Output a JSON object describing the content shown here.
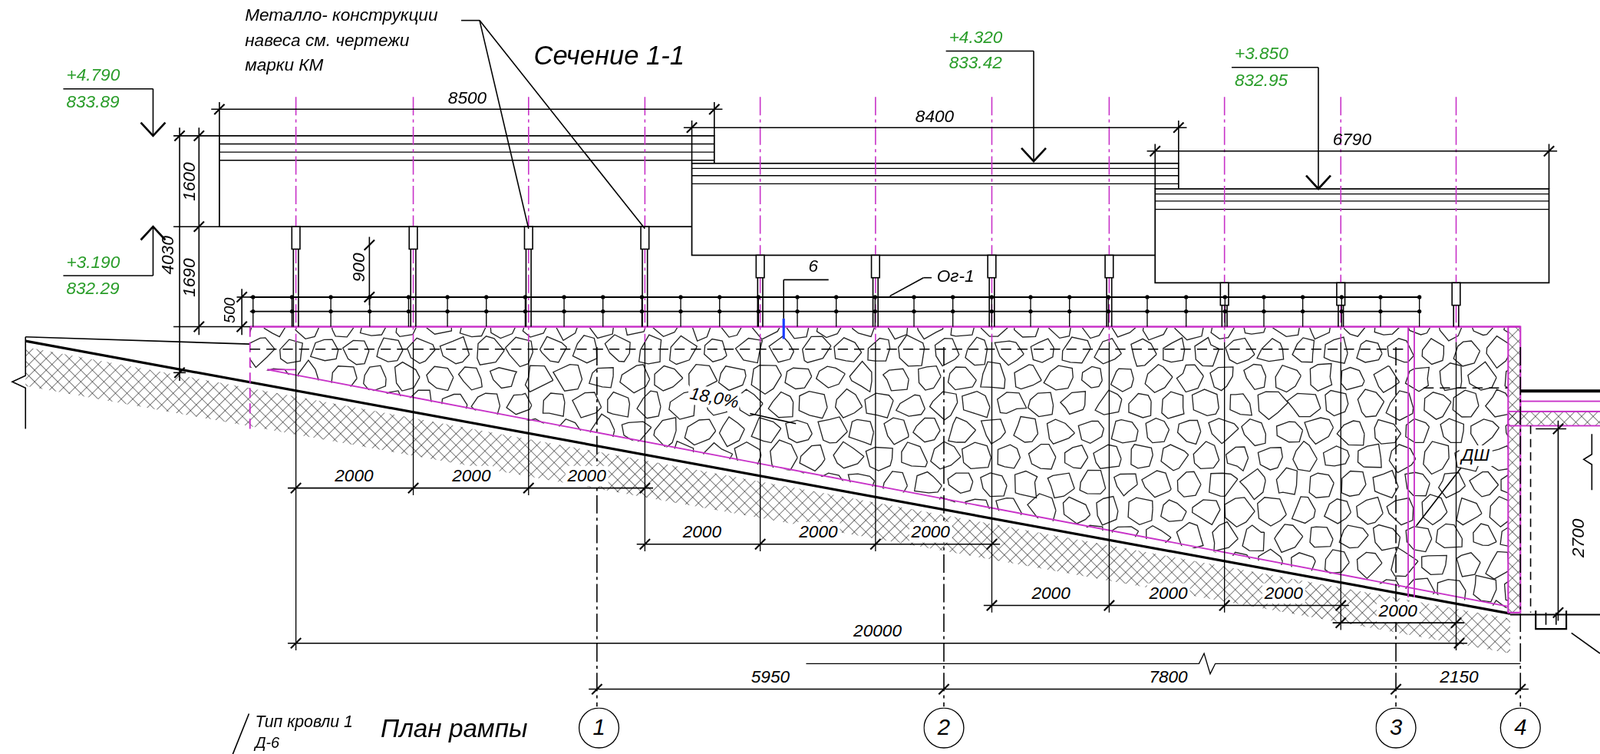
{
  "diagram": {
    "title": "Сечение 1-1",
    "nodes": [
      {
        "text": [
          "1"
        ]
      },
      {
        "text": [
          "2"
        ]
      },
      {
        "text": [
          "3"
        ]
      },
      {
        "text": [
          "4"
        ]
      }
    ],
    "edges": [],
    "labels": [
      "Металло- конструкции навеса см. чертежи марки КМ",
      "+4.790",
      "833.89",
      "8500",
      "1600",
      "4030",
      "1690",
      "500",
      "900",
      "+3.190",
      "832.29",
      "+4.320",
      "833.42",
      "8400",
      "+3.850",
      "832.95",
      "6790",
      "6",
      "Ог-1",
      "18,0%",
      "ДШ",
      "2700",
      "2000",
      "2000",
      "2000",
      "2000",
      "2000",
      "2000",
      "2000",
      "2000",
      "2000",
      "2000",
      "20000",
      "5950",
      "7800",
      "2150",
      "План рампы",
      "Тип кровли 1",
      "Д-6"
    ]
  }
}
